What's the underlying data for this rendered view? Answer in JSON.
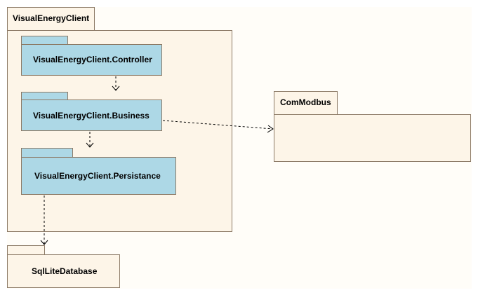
{
  "diagram": {
    "packages": {
      "visual_energy_client": "VisualEnergyClient",
      "controller": "VisualEnergyClient.Controller",
      "business": "VisualEnergyClient.Business",
      "persistance": "VisualEnergyClient.Persistance",
      "com_modbus": "ComModbus",
      "sqlite_database": "SqlLiteDatabase"
    },
    "colors": {
      "outer_fill": "#fdf5e8",
      "inner_fill": "#add8e6",
      "border": "#8c7a66",
      "dependency_line": "#000000"
    },
    "dependencies": [
      {
        "from": "VisualEnergyClient.Controller",
        "to": "VisualEnergyClient.Business"
      },
      {
        "from": "VisualEnergyClient.Business",
        "to": "VisualEnergyClient.Persistance"
      },
      {
        "from": "VisualEnergyClient.Business",
        "to": "ComModbus"
      },
      {
        "from": "VisualEnergyClient.Persistance",
        "to": "SqlLiteDatabase"
      }
    ]
  }
}
